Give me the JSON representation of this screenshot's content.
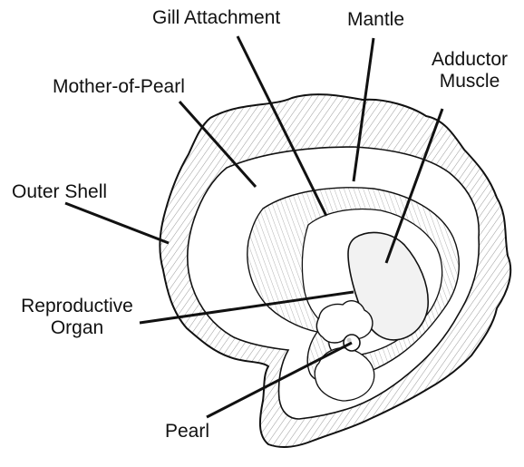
{
  "diagram": {
    "labels": {
      "gill_attachment": "Gill Attachment",
      "mantle": "Mantle",
      "adductor_line1": "Adductor",
      "adductor_line2": "Muscle",
      "mother_of_pearl": "Mother-of-Pearl",
      "outer_shell": "Outer Shell",
      "reproductive_line1": "Reproductive",
      "reproductive_line2": "Organ",
      "pearl": "Pearl"
    },
    "colors": {
      "ink": "#111111",
      "shell_fill": "#f4f4f4",
      "nacre_fill": "#ffffff"
    }
  }
}
